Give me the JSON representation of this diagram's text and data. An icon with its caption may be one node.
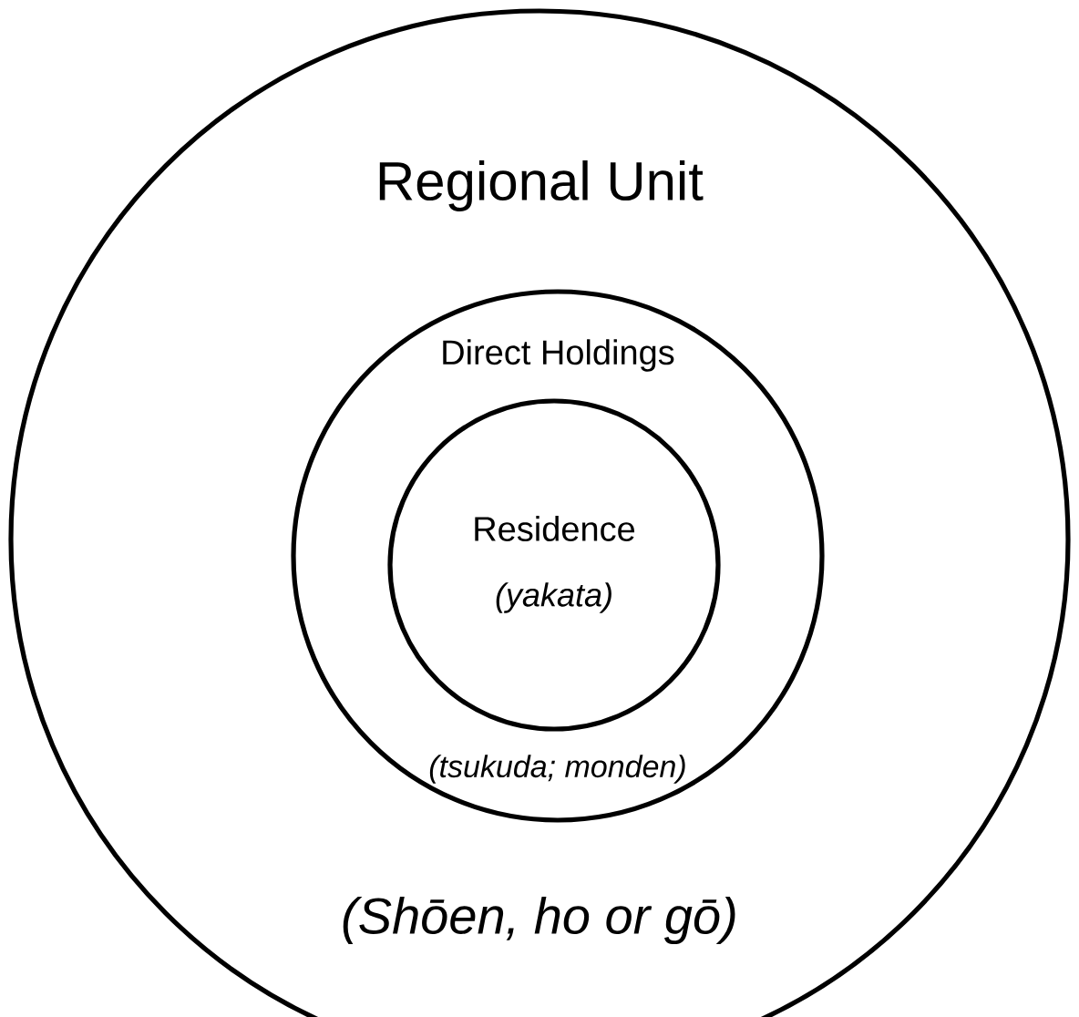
{
  "diagram": {
    "nodes": [
      {
        "text": [
          "Regional Unit",
          "(Shōen, ho or gō)"
        ]
      },
      {
        "text": [
          "Direct Holdings",
          "(tsukuda; monden)"
        ],
        "in": 0
      },
      {
        "text": [
          "Residence",
          "(yakata)"
        ],
        "in": 1
      }
    ]
  }
}
